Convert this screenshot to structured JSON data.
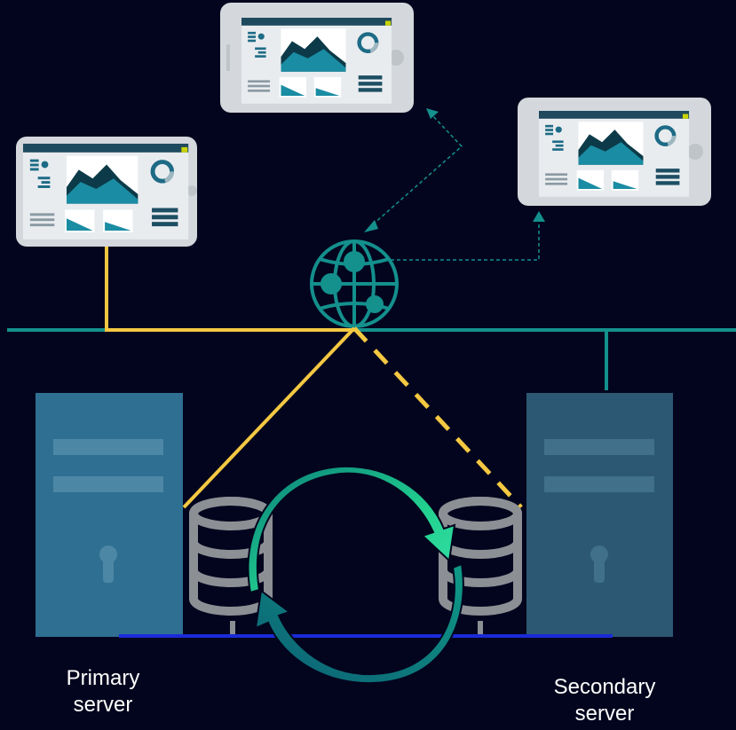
{
  "labels": {
    "primary": [
      "Primary",
      "server"
    ],
    "secondary": [
      "Secondary",
      "server"
    ]
  },
  "colors": {
    "background": "#03051e",
    "network_line": "#14908d",
    "failover_link": "#f5c842",
    "server_primary": "#2f6f92",
    "server_secondary": "#2c5873",
    "sync_arrow_start": "#1fcf96",
    "sync_arrow_end": "#0e6e78",
    "storage_bus": "#1a2bd8",
    "device_frame": "#d4d8dc"
  },
  "icons": [
    "globe-icon",
    "database-icon",
    "tablet-icon",
    "server-icon",
    "sync-arrows-icon"
  ]
}
